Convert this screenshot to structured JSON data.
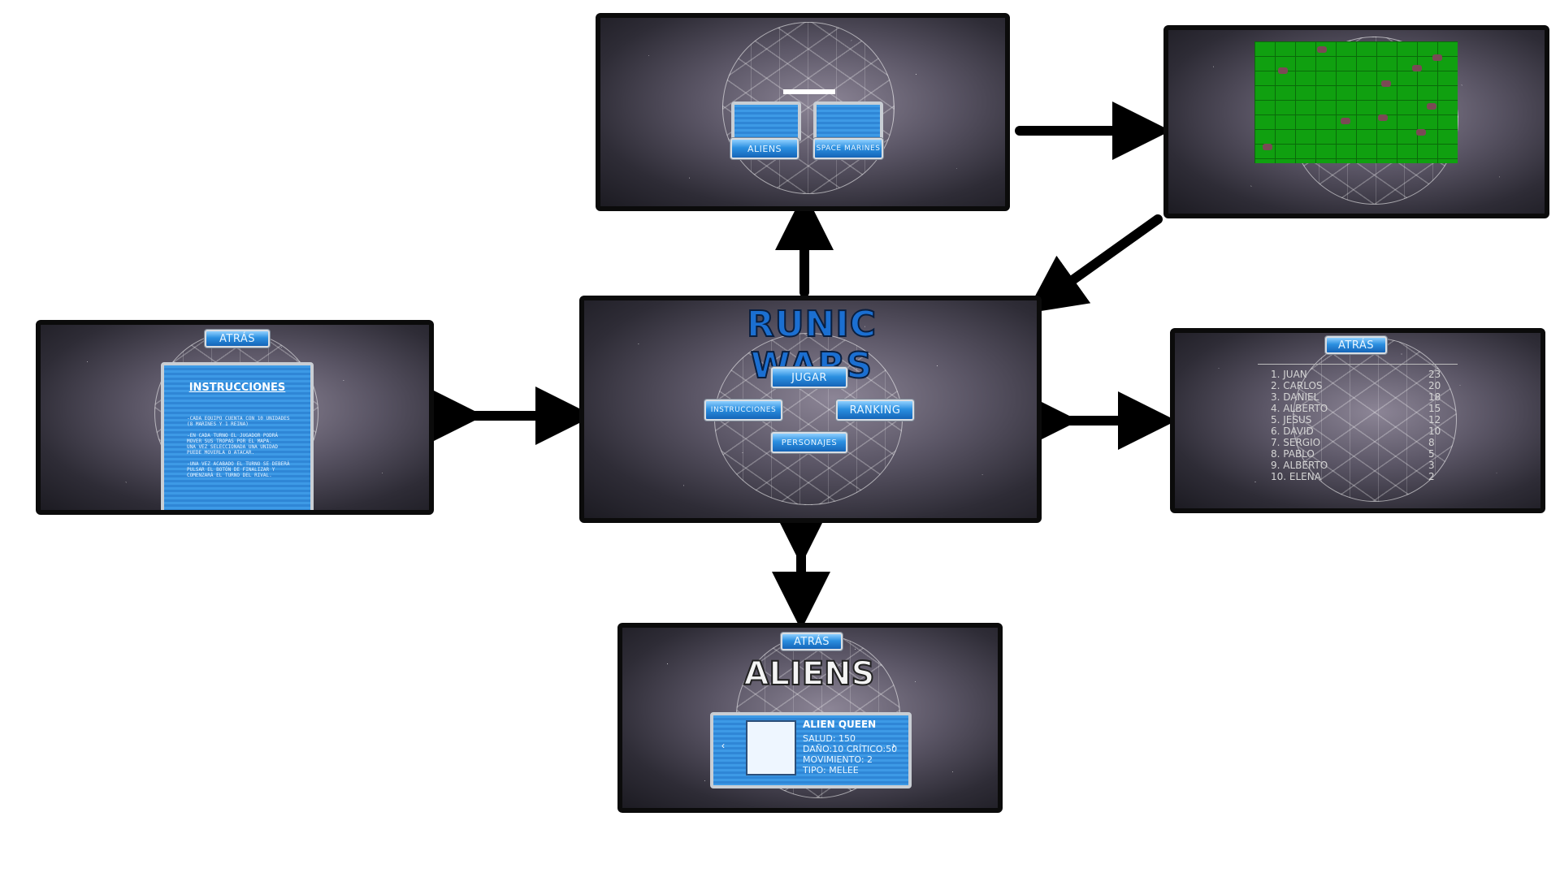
{
  "main": {
    "title": "RUNIC WARS",
    "buttons": [
      "JUGAR",
      "INSTRUCCIONES",
      "RANKING",
      "PERSONAJES"
    ]
  },
  "select": {
    "options": [
      "ALIENS",
      "SPACE MARINES"
    ]
  },
  "instructions": {
    "back": "ATRÁS",
    "title": "INSTRUCCIONES",
    "lines": [
      "-CADA EQUIPO CUENTA CON 10 UNIDADES",
      "(8 MARINES Y 1 REINA)",
      "",
      "-EN CADA TURNO EL JUGADOR PODRÁ",
      "MOVER SUS TROPAS POR EL MAPA.",
      "UNA VEZ SELECCIONADA UNA UNIDAD",
      "PUEDE MOVERLA O ATACAR.",
      "",
      "-UNA VEZ ACABADO EL TURNO SE DEBERÁ",
      "PULSAR EL BOTÓN DE FINALIZAR Y",
      "COMENZARÁ EL TURNO DEL RIVAL."
    ]
  },
  "ranking": {
    "back": "ATRÁS",
    "names": [
      "JUAN",
      "CARLOS",
      "DANIEL",
      "ALBERTO",
      "JESUS",
      "DAVID",
      "SERGIO",
      "PABLO",
      "ALBERTO",
      "ELENA"
    ],
    "scores": [
      "23",
      "20",
      "18",
      "15",
      "12",
      "10",
      "8",
      "5",
      "3",
      "2"
    ]
  },
  "characters": {
    "back": "ATRÁS",
    "title": "ALIENS",
    "name": "ALIEN QUEEN",
    "salud": "SALUD: 150",
    "dano": "DAÑO:10 CRÍTICO:50",
    "movimiento": "MOVIMIENTO: 2",
    "tipo": "TIPO: MELEE"
  },
  "colors": {
    "accent_blue": "#2b8fe0",
    "board_green": "#10a010",
    "frame": "#0b0b0b"
  }
}
